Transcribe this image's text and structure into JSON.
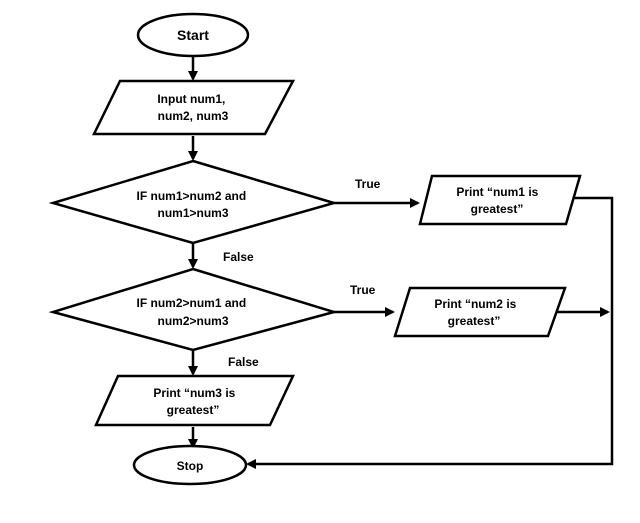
{
  "nodes": {
    "start": [
      "Start"
    ],
    "input": [
      "Input num1,",
      "num2, num3"
    ],
    "decision1": [
      "IF num1>num2 and",
      "num1>num3"
    ],
    "print1": [
      "Print “num1 is",
      "greatest”"
    ],
    "decision2": [
      "IF num2>num1 and",
      "num2>num3"
    ],
    "print2": [
      "Print “num2 is",
      "greatest”"
    ],
    "print3": [
      "Print “num3 is",
      "greatest”"
    ],
    "stop": [
      "Stop"
    ]
  },
  "edge_labels": {
    "true1": "True",
    "false1": "False",
    "true2": "True",
    "false2": "False"
  }
}
